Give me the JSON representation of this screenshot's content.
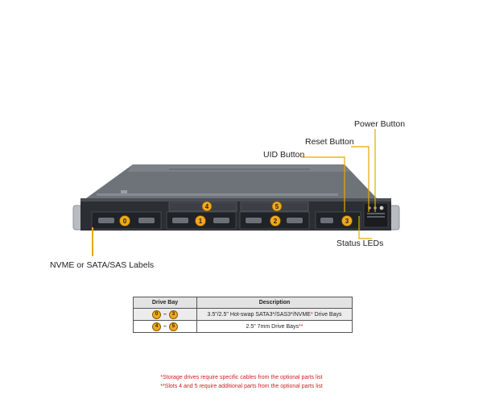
{
  "callouts": {
    "power_button": "Power Button",
    "reset_button": "Reset Button",
    "uid_button": "UID Button",
    "status_leds": "Status LEDs",
    "labels": "NVME or SATA/SAS Labels"
  },
  "bays": [
    {
      "num": "0"
    },
    {
      "num": "4"
    },
    {
      "num": "1"
    },
    {
      "num": "5"
    },
    {
      "num": "2"
    },
    {
      "num": "3"
    }
  ],
  "table": {
    "headers": [
      "Drive Bay",
      "Description"
    ],
    "rows": [
      {
        "from": "0",
        "to": "3",
        "desc_main": "3.5\"/2.5\" Hot-swap SATA3*/SAS3*/NVME",
        "desc_star": "*",
        "desc_tail": "  Drive Bays"
      },
      {
        "from": "4",
        "to": "5",
        "desc_main": "2.5\" 7mm Drive Bays",
        "desc_star": "**",
        "desc_tail": ""
      }
    ]
  },
  "notes": {
    "line1": "*Storage drives require specific cables from the optional parts list",
    "line2": "**Slots 4 and 5 require additional parts from the optional parts list"
  },
  "colors": {
    "accent": "#f2a81d",
    "callout_line": "#e0a400",
    "chassis_top": "#6f747a",
    "chassis_front": "#2e3136",
    "note_red": "#cc2222"
  }
}
